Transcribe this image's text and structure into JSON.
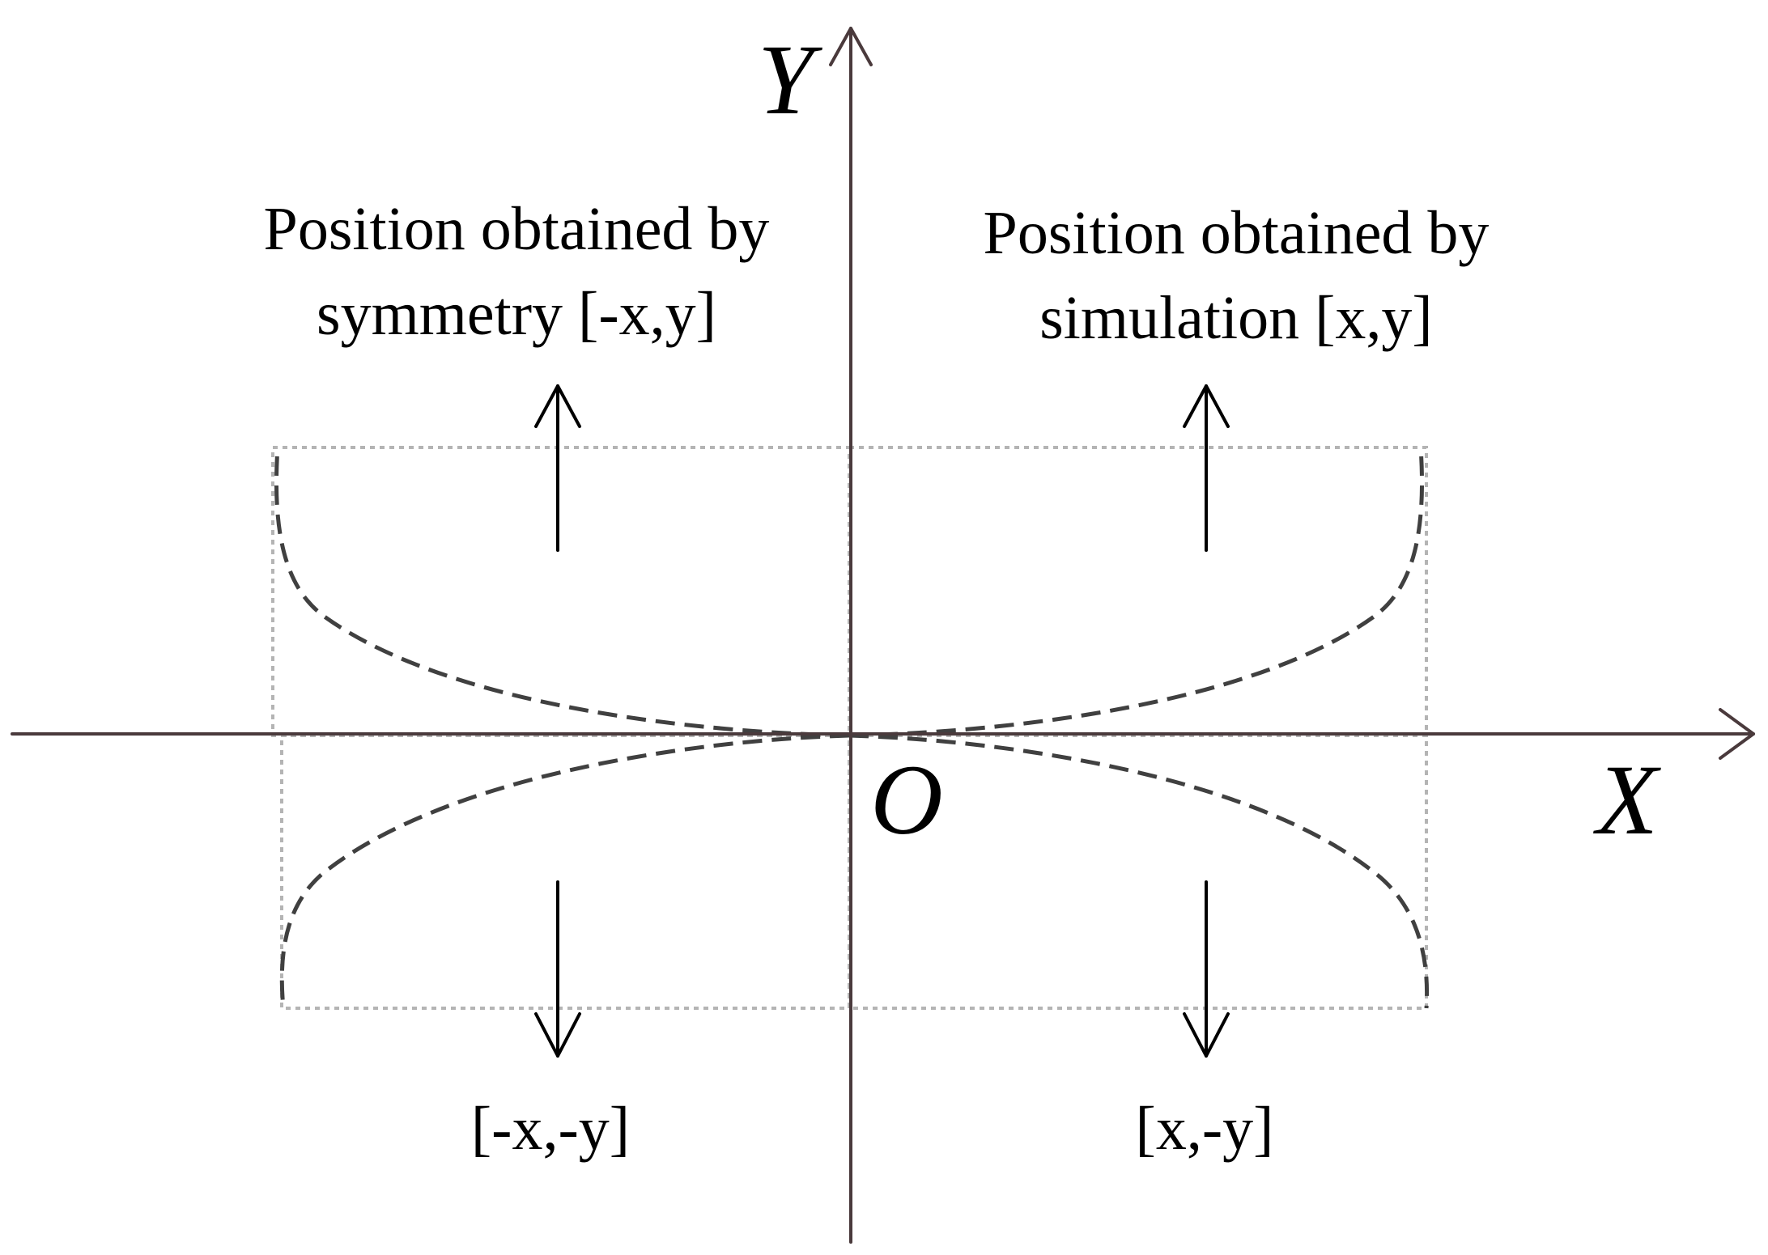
{
  "axes": {
    "x_label": "X",
    "y_label": "Y",
    "origin_label": "O"
  },
  "annotations": {
    "upper_left": {
      "line1": "Position obtained by",
      "line2": "symmetry [-x,y]"
    },
    "upper_right": {
      "line1": "Position obtained by",
      "line2": "simulation [x,y]"
    },
    "lower_left": "[-x,-y]",
    "lower_right": "[x,-y]"
  },
  "colors": {
    "axis": "#4a3a3c",
    "curve": "#404040",
    "box": "#b4b4b4",
    "arrow": "#000000",
    "text": "#000000"
  }
}
